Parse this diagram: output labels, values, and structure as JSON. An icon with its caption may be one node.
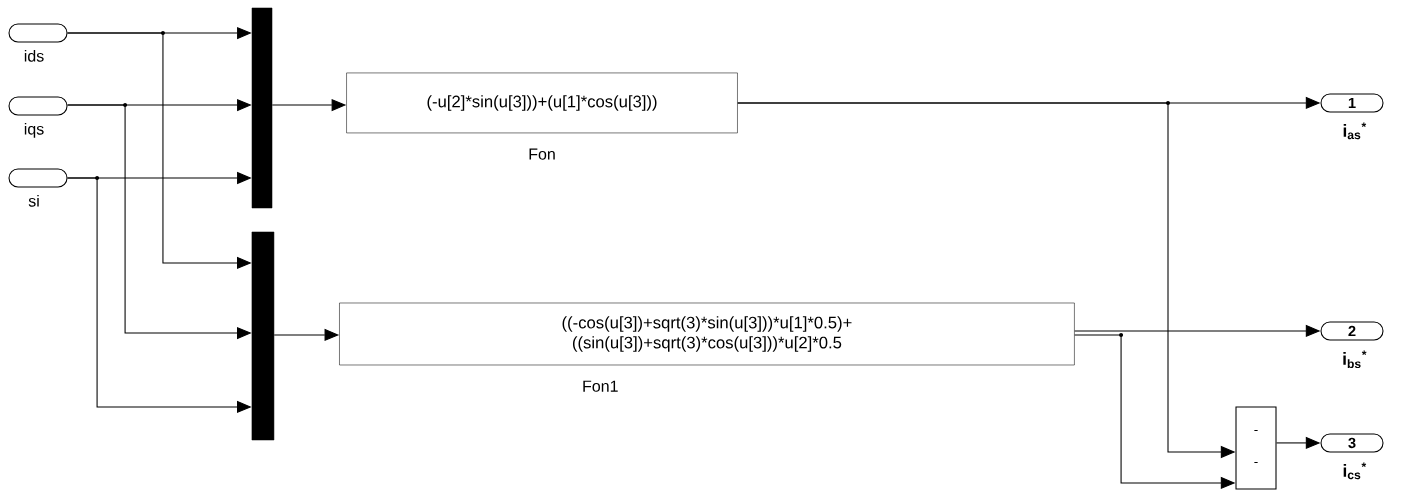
{
  "diagram": {
    "nodes": [
      {
        "text": [
          "ids"
        ]
      },
      {
        "text": [
          "iqs"
        ]
      },
      {
        "text": [
          "si"
        ]
      },
      {
        "text": [],
        "shape": "bar"
      },
      {
        "text": [],
        "shape": "bar"
      },
      {
        "text": [
          "(-u[2]*sin(u[3]))+(u[1]*cos(u[3]))",
          "Fon"
        ]
      },
      {
        "text": [
          "((-cos(u[3])+sqrt(3)*sin(u[3]))*u[1]*0.5)+ ((sin(u[3])+sqrt(3)*cos(u[3]))*u[2]*0.5",
          "Fon1"
        ]
      },
      {
        "text": [
          "1",
          "i$_{as}$$^{*}$"
        ]
      },
      {
        "text": [
          "2",
          "i$_{bs}$$^{*}$"
        ]
      },
      {
        "text": [
          "-",
          "-"
        ]
      },
      {
        "text": [
          "3",
          "i$_{cs}$$^{*}$"
        ]
      }
    ],
    "edges": [
      {
        "from": 0,
        "to": 3,
        "arrow": "to"
      },
      {
        "from": 1,
        "to": 3,
        "arrow": "to"
      },
      {
        "from": 2,
        "to": 3,
        "arrow": "to"
      },
      {
        "from": 0,
        "to": 4,
        "arrow": "to"
      },
      {
        "from": 1,
        "to": 4,
        "arrow": "to"
      },
      {
        "from": 2,
        "to": 4,
        "arrow": "to"
      },
      {
        "from": 3,
        "to": 5,
        "arrow": "to"
      },
      {
        "from": 4,
        "to": 6,
        "arrow": "to"
      },
      {
        "from": 5,
        "to": 7,
        "arrow": "to"
      },
      {
        "from": 6,
        "to": 8,
        "arrow": "to"
      },
      {
        "from": 5,
        "to": 9,
        "arrow": "to"
      },
      {
        "from": 6,
        "to": 9,
        "arrow": "to"
      },
      {
        "from": 9,
        "to": 10,
        "arrow": "to"
      }
    ]
  }
}
